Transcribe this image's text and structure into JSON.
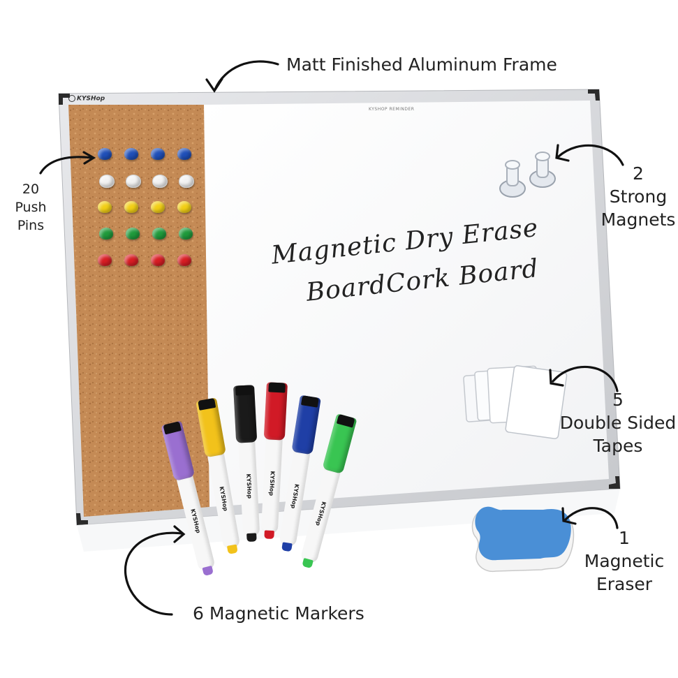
{
  "callouts": {
    "frame": "Matt Finished Aluminum Frame",
    "push_pins": {
      "line1": "20",
      "line2": "Push Pins"
    },
    "magnets": {
      "line1": "2",
      "line2": "Strong",
      "line3": "Magnets"
    },
    "tapes": {
      "line1": "5",
      "line2": "Double Sided",
      "line3": "Tapes"
    },
    "eraser": {
      "line1": "1",
      "line2": "Magnetic",
      "line3": "Eraser"
    },
    "markers": "6 Magnetic Markers"
  },
  "board": {
    "brand": "KYSHop",
    "handwriting": {
      "line1": "Magnetic Dry Erase",
      "line2": "BoardCork Board"
    },
    "reminder": "KYSHOP REMINDER"
  },
  "pins": {
    "rows": [
      "#1f4fb8",
      "#f2f2f2",
      "#f2cf16",
      "#1f9a3b",
      "#d81d24"
    ]
  },
  "markers": {
    "brand": "KYSHop",
    "colors": [
      "#9a6fd0",
      "#f2c21b",
      "#1a1a1a",
      "#d11a26",
      "#1f3fa6",
      "#39c552"
    ]
  },
  "colors": {
    "frame": "#d6d8dc",
    "cork": "#c48a55",
    "eraser": "#4a8fd6"
  }
}
